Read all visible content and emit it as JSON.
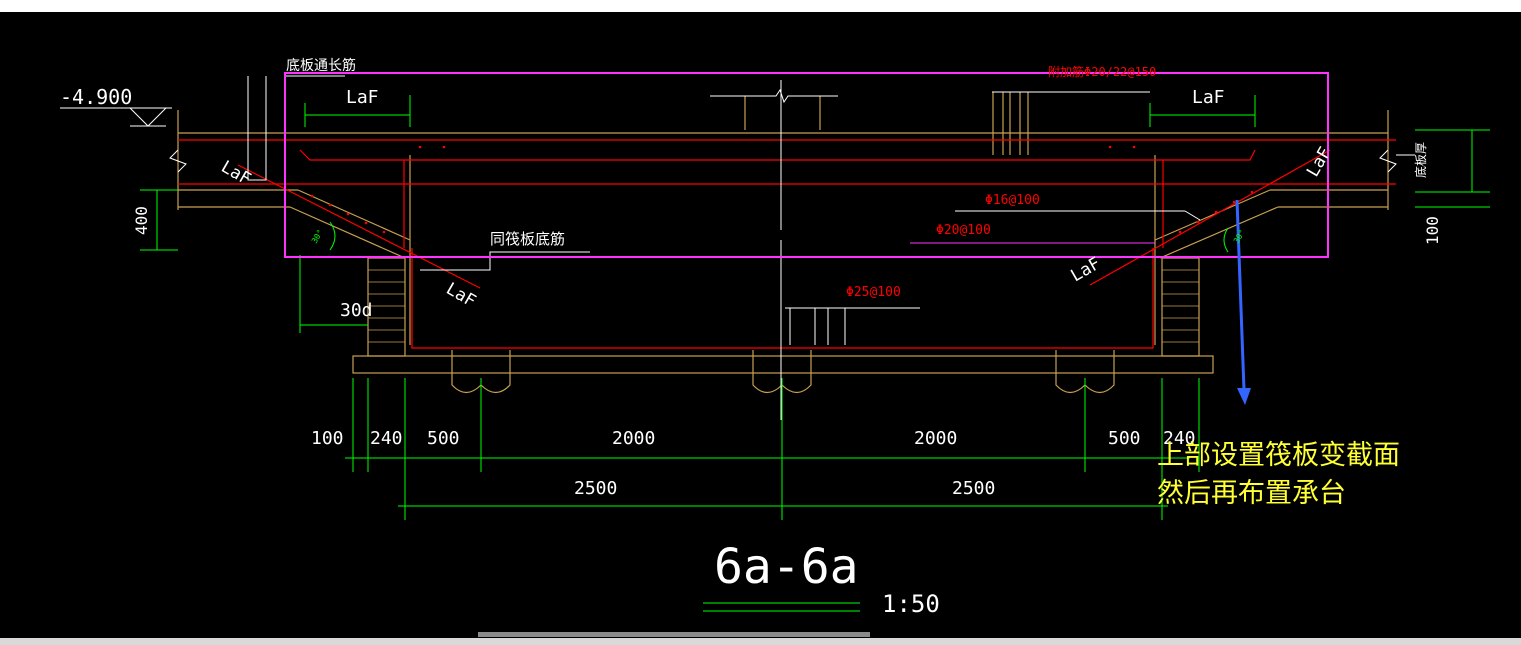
{
  "drawing": {
    "level_mark": "-4.900",
    "labels": {
      "bottom_through_bar": "底板通长筋",
      "same_raft_bottom_bar": "同筏板底筋",
      "added_bar": "附加筋Φ20/22@150",
      "right_side_label": "底板厚",
      "laf": "LaF",
      "angle": "30°",
      "anchor_30d": "30d"
    },
    "rebar_labels": {
      "r16": "Φ16@100",
      "r20": "Φ20@100",
      "r25": "Φ25@100"
    },
    "dimensions": {
      "left_vertical": "400",
      "right_vertical": "100",
      "row1": [
        "100",
        "240",
        "500",
        "2000",
        "2000",
        "500",
        "240"
      ],
      "row2": [
        "2500",
        "2500"
      ]
    },
    "section_title": "6a-6a",
    "scale": "1:50",
    "annotation": [
      "上部设置筏板变截面",
      "然后再布置承台"
    ]
  },
  "colors": {
    "background": "#000000",
    "dimension": "#00ff00",
    "rebar": "#ff0000",
    "concrete": "#c8a050",
    "highlight_box": "#ff33ff",
    "note_text": "#ffff33",
    "arrow": "#3366ff"
  }
}
